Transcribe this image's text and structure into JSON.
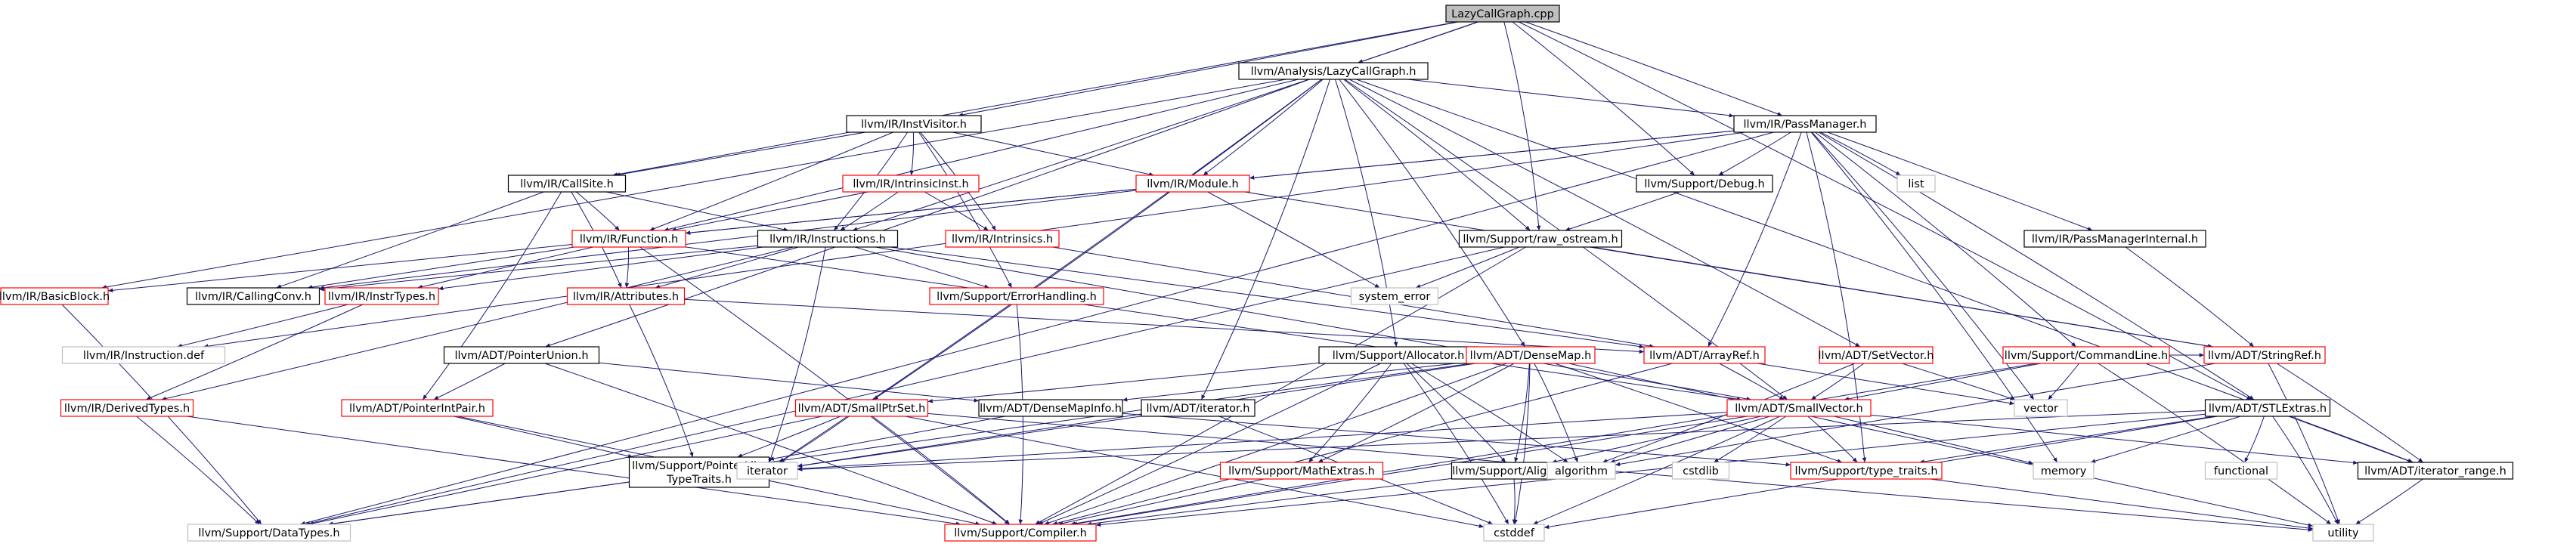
{
  "colors": {
    "edge": "#191970",
    "root_fill": "#bfbfbf",
    "node_border": "#000000",
    "red_border": "#ff0000",
    "grey_border": "#bfbfbf",
    "text": "#000000"
  },
  "nodes": [
    {
      "id": "n0",
      "label": "LazyCallGraph.cpp",
      "style": "root"
    },
    {
      "id": "n1",
      "label": "llvm/Analysis/LazyCallGraph.h",
      "style": "black"
    },
    {
      "id": "n2",
      "label": "llvm/IR/InstVisitor.h",
      "style": "black"
    },
    {
      "id": "n3",
      "label": "llvm/IR/PassManager.h",
      "style": "black"
    },
    {
      "id": "n4",
      "label": "llvm/IR/CallSite.h",
      "style": "black"
    },
    {
      "id": "n5",
      "label": "llvm/IR/IntrinsicInst.h",
      "style": "red"
    },
    {
      "id": "n6",
      "label": "llvm/IR/Module.h",
      "style": "red"
    },
    {
      "id": "n7",
      "label": "llvm/Support/Debug.h",
      "style": "black"
    },
    {
      "id": "n8",
      "label": "list",
      "style": "grey"
    },
    {
      "id": "n9",
      "label": "llvm/IR/PassManagerInternal.h",
      "style": "black"
    },
    {
      "id": "n10",
      "label": "llvm/IR/Function.h",
      "style": "red"
    },
    {
      "id": "n11",
      "label": "llvm/IR/Instructions.h",
      "style": "black"
    },
    {
      "id": "n12",
      "label": "llvm/IR/Intrinsics.h",
      "style": "red"
    },
    {
      "id": "n13",
      "label": "llvm/Support/raw_ostream.h",
      "style": "black"
    },
    {
      "id": "n14",
      "label": "llvm/IR/BasicBlock.h",
      "style": "red"
    },
    {
      "id": "n15",
      "label": "llvm/IR/CallingConv.h",
      "style": "black"
    },
    {
      "id": "n16",
      "label": "llvm/IR/InstrTypes.h",
      "style": "red"
    },
    {
      "id": "n17",
      "label": "llvm/IR/Attributes.h",
      "style": "red"
    },
    {
      "id": "n18",
      "label": "llvm/Support/ErrorHandling.h",
      "style": "red"
    },
    {
      "id": "n19",
      "label": "system_error",
      "style": "grey"
    },
    {
      "id": "n20",
      "label": "llvm/IR/Instruction.def",
      "style": "grey"
    },
    {
      "id": "n21",
      "label": "llvm/ADT/PointerUnion.h",
      "style": "black"
    },
    {
      "id": "n22",
      "label": "llvm/Support/Allocator.h",
      "style": "black"
    },
    {
      "id": "n23",
      "label": "llvm/ADT/DenseMap.h",
      "style": "red"
    },
    {
      "id": "n24",
      "label": "llvm/ADT/ArrayRef.h",
      "style": "red"
    },
    {
      "id": "n25",
      "label": "llvm/ADT/SetVector.h",
      "style": "red"
    },
    {
      "id": "n26",
      "label": "llvm/Support/CommandLine.h",
      "style": "red"
    },
    {
      "id": "n27",
      "label": "llvm/ADT/StringRef.h",
      "style": "red"
    },
    {
      "id": "n28",
      "label": "llvm/IR/DerivedTypes.h",
      "style": "red"
    },
    {
      "id": "n29",
      "label": "llvm/ADT/PointerIntPair.h",
      "style": "red"
    },
    {
      "id": "n30",
      "label": "llvm/ADT/SmallPtrSet.h",
      "style": "red"
    },
    {
      "id": "n31",
      "label": "llvm/ADT/DenseMapInfo.h",
      "style": "black"
    },
    {
      "id": "n32",
      "label": "llvm/ADT/iterator.h",
      "style": "black"
    },
    {
      "id": "n33",
      "label": "llvm/ADT/SmallVector.h",
      "style": "red"
    },
    {
      "id": "n34",
      "label": "vector",
      "style": "grey"
    },
    {
      "id": "n35",
      "label": "llvm/ADT/STLExtras.h",
      "style": "black"
    },
    {
      "id": "n36",
      "label": "llvm/Support/PointerLike TypeTraits.h",
      "style": "black",
      "lines": [
        "llvm/Support/PointerLike",
        "TypeTraits.h"
      ]
    },
    {
      "id": "n37",
      "label": "iterator",
      "style": "grey"
    },
    {
      "id": "n38",
      "label": "llvm/Support/MathExtras.h",
      "style": "red"
    },
    {
      "id": "n39",
      "label": "llvm/Support/AlignOf.h",
      "style": "black"
    },
    {
      "id": "n40",
      "label": "algorithm",
      "style": "grey"
    },
    {
      "id": "n41",
      "label": "cstdlib",
      "style": "grey"
    },
    {
      "id": "n42",
      "label": "llvm/Support/type_traits.h",
      "style": "red"
    },
    {
      "id": "n43",
      "label": "memory",
      "style": "grey"
    },
    {
      "id": "n44",
      "label": "functional",
      "style": "grey"
    },
    {
      "id": "n45",
      "label": "llvm/ADT/iterator_range.h",
      "style": "black"
    },
    {
      "id": "n46",
      "label": "llvm/Support/DataTypes.h",
      "style": "grey"
    },
    {
      "id": "n47",
      "label": "llvm/Support/Compiler.h",
      "style": "red"
    },
    {
      "id": "n48",
      "label": "cstddef",
      "style": "grey"
    },
    {
      "id": "n49",
      "label": "utility",
      "style": "grey"
    }
  ],
  "edges": [
    [
      "n0",
      "n1"
    ],
    [
      "n0",
      "n2"
    ],
    [
      "n0",
      "n3"
    ],
    [
      "n0",
      "n4"
    ],
    [
      "n0",
      "n7"
    ],
    [
      "n0",
      "n13"
    ],
    [
      "n0",
      "n35"
    ],
    [
      "n0",
      "n11"
    ],
    [
      "n1",
      "n3"
    ],
    [
      "n1",
      "n6"
    ],
    [
      "n1",
      "n10"
    ],
    [
      "n1",
      "n14"
    ],
    [
      "n1",
      "n21"
    ],
    [
      "n1",
      "n22"
    ],
    [
      "n1",
      "n23"
    ],
    [
      "n1",
      "n25"
    ],
    [
      "n1",
      "n30"
    ],
    [
      "n1",
      "n32"
    ],
    [
      "n1",
      "n33"
    ],
    [
      "n1",
      "n45"
    ],
    [
      "n1",
      "n13"
    ],
    [
      "n1",
      "n37"
    ],
    [
      "n2",
      "n4"
    ],
    [
      "n2",
      "n5"
    ],
    [
      "n2",
      "n6"
    ],
    [
      "n2",
      "n10"
    ],
    [
      "n2",
      "n11"
    ],
    [
      "n2",
      "n12"
    ],
    [
      "n2",
      "n18"
    ],
    [
      "n3",
      "n6"
    ],
    [
      "n3",
      "n7"
    ],
    [
      "n3",
      "n8"
    ],
    [
      "n3",
      "n9"
    ],
    [
      "n3",
      "n10"
    ],
    [
      "n3",
      "n24"
    ],
    [
      "n3",
      "n26"
    ],
    [
      "n3",
      "n34"
    ],
    [
      "n3",
      "n35"
    ],
    [
      "n3",
      "n43"
    ],
    [
      "n3",
      "n20"
    ],
    [
      "n3",
      "n42"
    ],
    [
      "n3",
      "n46"
    ],
    [
      "n4",
      "n10"
    ],
    [
      "n4",
      "n11"
    ],
    [
      "n4",
      "n15"
    ],
    [
      "n4",
      "n17"
    ],
    [
      "n4",
      "n29"
    ],
    [
      "n5",
      "n10"
    ],
    [
      "n5",
      "n11"
    ],
    [
      "n5",
      "n12"
    ],
    [
      "n6",
      "n10"
    ],
    [
      "n6",
      "n19"
    ],
    [
      "n6",
      "n27"
    ],
    [
      "n6",
      "n15"
    ],
    [
      "n7",
      "n13"
    ],
    [
      "n9",
      "n27"
    ],
    [
      "n10",
      "n14"
    ],
    [
      "n10",
      "n15"
    ],
    [
      "n10",
      "n17"
    ],
    [
      "n10",
      "n33"
    ],
    [
      "n10",
      "n47"
    ],
    [
      "n10",
      "n16"
    ],
    [
      "n11",
      "n16"
    ],
    [
      "n11",
      "n17"
    ],
    [
      "n11",
      "n18"
    ],
    [
      "n11",
      "n24"
    ],
    [
      "n11",
      "n33"
    ],
    [
      "n11",
      "n37"
    ],
    [
      "n11",
      "n15"
    ],
    [
      "n11",
      "n28"
    ],
    [
      "n12",
      "n24"
    ],
    [
      "n13",
      "n27"
    ],
    [
      "n13",
      "n19"
    ],
    [
      "n13",
      "n47"
    ],
    [
      "n13",
      "n46"
    ],
    [
      "n14",
      "n46"
    ],
    [
      "n16",
      "n20"
    ],
    [
      "n16",
      "n28"
    ],
    [
      "n17",
      "n36"
    ],
    [
      "n17",
      "n24"
    ],
    [
      "n18",
      "n47"
    ],
    [
      "n21",
      "n29"
    ],
    [
      "n21",
      "n31"
    ],
    [
      "n21",
      "n47"
    ],
    [
      "n22",
      "n30"
    ],
    [
      "n22",
      "n38"
    ],
    [
      "n22",
      "n39"
    ],
    [
      "n22",
      "n47"
    ],
    [
      "n22",
      "n48"
    ],
    [
      "n22",
      "n40"
    ],
    [
      "n23",
      "n31"
    ],
    [
      "n23",
      "n38"
    ],
    [
      "n23",
      "n39"
    ],
    [
      "n23",
      "n42"
    ],
    [
      "n23",
      "n37"
    ],
    [
      "n23",
      "n40"
    ],
    [
      "n23",
      "n47"
    ],
    [
      "n23",
      "n46"
    ],
    [
      "n23",
      "n49"
    ],
    [
      "n23",
      "n48"
    ],
    [
      "n24",
      "n33"
    ],
    [
      "n24",
      "n34"
    ],
    [
      "n24",
      "n47"
    ],
    [
      "n25",
      "n33"
    ],
    [
      "n25",
      "n34"
    ],
    [
      "n25",
      "n40"
    ],
    [
      "n26",
      "n27"
    ],
    [
      "n26",
      "n33"
    ],
    [
      "n26",
      "n34"
    ],
    [
      "n26",
      "n47"
    ],
    [
      "n26",
      "n49"
    ],
    [
      "n27",
      "n45"
    ],
    [
      "n27",
      "n40"
    ],
    [
      "n27",
      "n49"
    ],
    [
      "n28",
      "n46"
    ],
    [
      "n28",
      "n47"
    ],
    [
      "n29",
      "n36"
    ],
    [
      "n29",
      "n47"
    ],
    [
      "n30",
      "n36"
    ],
    [
      "n30",
      "n37"
    ],
    [
      "n30",
      "n46"
    ],
    [
      "n30",
      "n47"
    ],
    [
      "n30",
      "n48"
    ],
    [
      "n30",
      "n49"
    ],
    [
      "n31",
      "n36"
    ],
    [
      "n31",
      "n42"
    ],
    [
      "n32",
      "n37"
    ],
    [
      "n32",
      "n48"
    ],
    [
      "n33",
      "n37"
    ],
    [
      "n33",
      "n39"
    ],
    [
      "n33",
      "n40"
    ],
    [
      "n33",
      "n41"
    ],
    [
      "n33",
      "n42"
    ],
    [
      "n33",
      "n43"
    ],
    [
      "n33",
      "n47"
    ],
    [
      "n33",
      "n48"
    ],
    [
      "n33",
      "n45"
    ],
    [
      "n35",
      "n37"
    ],
    [
      "n35",
      "n42"
    ],
    [
      "n35",
      "n43"
    ],
    [
      "n35",
      "n44"
    ],
    [
      "n35",
      "n45"
    ],
    [
      "n35",
      "n47"
    ],
    [
      "n35",
      "n48"
    ],
    [
      "n35",
      "n49"
    ],
    [
      "n36",
      "n46"
    ],
    [
      "n38",
      "n47"
    ],
    [
      "n39",
      "n47"
    ],
    [
      "n39",
      "n48"
    ],
    [
      "n42",
      "n49"
    ],
    [
      "n45",
      "n49"
    ]
  ]
}
